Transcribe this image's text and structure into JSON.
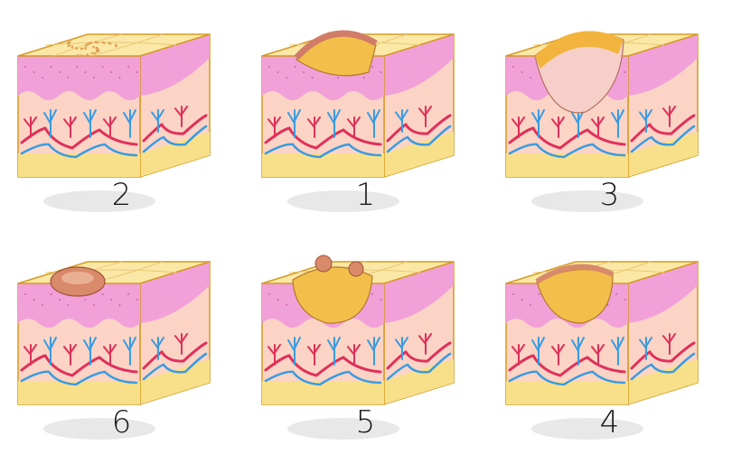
{
  "panels": [
    {
      "label": "2",
      "lesion": "macule"
    },
    {
      "label": "1",
      "lesion": "papule"
    },
    {
      "label": "3",
      "lesion": "vesicle"
    },
    {
      "label": "6",
      "lesion": "nodule"
    },
    {
      "label": "5",
      "lesion": "plaque"
    },
    {
      "label": "4",
      "lesion": "cyst"
    }
  ],
  "colors": {
    "top": "#fbe8a6",
    "epidermis": "#f1a0d8",
    "dermis": "#fbd4c6",
    "fat": "#f8e08a",
    "outline": "#d49a22",
    "artery": "#e0305a",
    "vein": "#3a9be0"
  }
}
